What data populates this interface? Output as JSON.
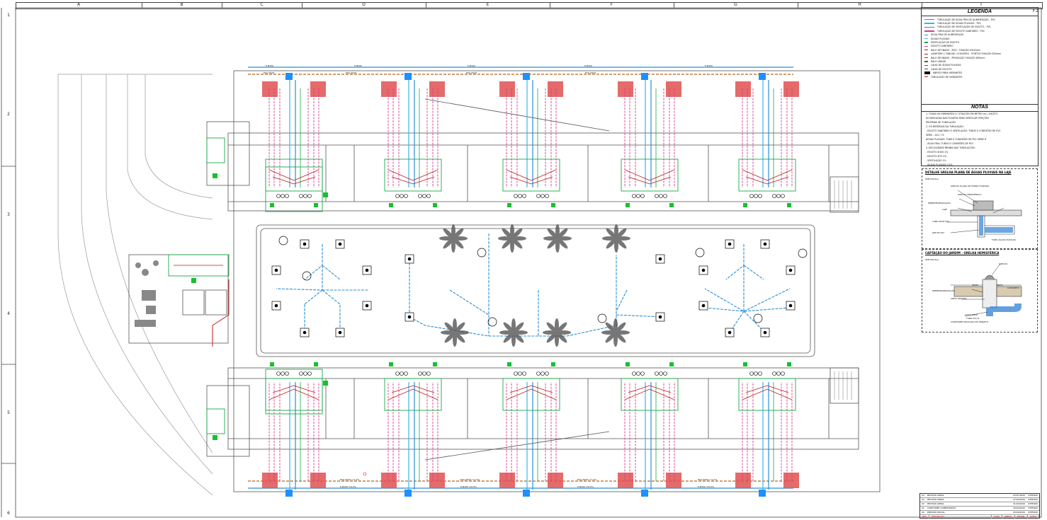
{
  "sheet": {
    "columns": [
      "A",
      "B",
      "C",
      "D",
      "E",
      "F",
      "G",
      "H",
      "I"
    ],
    "rows": [
      "1",
      "2",
      "3",
      "4",
      "5",
      "6"
    ],
    "corner_tag": "F-2"
  },
  "legend": {
    "title": "LEGENDA",
    "items": [
      {
        "label": "TUBULAÇÃO DE ÁGUA FRIA DE ALIMENTAÇÃO - PVC",
        "color": "#2a8fd6"
      },
      {
        "label": "TUBULAÇÃO DE ÁGUAS PLUVIAIS - PVC",
        "color": "#3ab6e8"
      },
      {
        "label": "TUBULAÇÃO DE VENTILAÇÃO DE ESGOTO - PVC",
        "color": "#19a94a"
      },
      {
        "label": "TUBULAÇÃO DE ESGOTO SANITÁRIO - PVC",
        "color": "#d63a8f"
      },
      {
        "label": "ÁGUA FRIA DE ALIMENTAÇÃO",
        "color": "#2a8fd6"
      },
      {
        "label": "ÁGUAS PLUVIAIS",
        "color": "#3ab6e8"
      },
      {
        "label": "VENTILAÇÃO DE ESGOTO",
        "color": "#19a94a"
      },
      {
        "label": "ESGOTO SANITÁRIO",
        "color": "#d63a8f"
      },
      {
        "label": "RALO SIFONADO - PISO - FIXAÇÃO Ø100mm",
        "color": "#c01818"
      },
      {
        "label": "LAVATÓRIO / TANQUE / CHUVEIRO - PONTOS FIXAÇÃO Ø40mm",
        "color": "#c01818"
      },
      {
        "label": "RALO SIFONADO - PRODUÇÃO FIXAÇÃO Ø50mm",
        "color": "#c01818"
      },
      {
        "label": "RALO LINEAR",
        "color": "#555555"
      },
      {
        "label": "CAIXA DE ÁGUAS PLUVIAIS",
        "color": "#555555"
      },
      {
        "label": "CAIXA DE ESGOTO",
        "color": "#555555"
      },
      {
        "label": "ABRIGO PARA HIDRANTES",
        "color": "#111111"
      },
      {
        "label": "TUBULAÇÃO DE HIDRANTES",
        "color": "#c01818"
      }
    ]
  },
  "notes": {
    "title": "NOTAS",
    "lines": [
      "1. TODAS AS DIMENSÕES E COTAÇÕES EM METRO (m), EXCETO",
      "   AS INDICADAS NAS PLANTAS PARA VERIFICAR PORÇÕES",
      "   PRÓPRIAS DE TUBULAÇÃO.",
      "2. OS MATERIAIS DA TUBULAÇÃO:",
      "   - ESGOTO SANITÁRIO E VENTILAÇÃO: TUBOS E CONEXÕES DE PVC",
      "   SÉRIE - 100 / 75",
      "   ÁGUAS PLUVIAIS: TUBO E CONEXÕES DE PVC SÉRIE R",
      "   - ÁGUA FRIA: TUBOS E CONEXÕES DE PVC",
      "3. DECLIVIDADE MÍNIMA DAS TUBULAÇÕES:",
      "   - ESGOTO Ø100 1%",
      "   - ESGOTO Ø75 2%",
      "   - VENTILAÇÃO 1%",
      "   - ÁGUAS PLUVIAIS 0,5%"
    ]
  },
  "detail1": {
    "title": "DETALHE GRELHA PLANA DE ÁGUAS PLUVIAIS NA LAJE",
    "subtitle": "SEM ESCALA",
    "labels": [
      "GRELHA PLANA DE FERRO FUNDIDO",
      "GRELHA HEMISFERICA",
      "IMPERMEABILIZAÇÃO",
      "LAJE",
      "TUBO Ø100 PVC",
      "JOELHO 90°",
      "TUBO ÁGUAS PLUVIAIS"
    ]
  },
  "detail2": {
    "title": "CAPTAÇÃO DO JARDIM - GRELHA HEMISFÉRICA",
    "subtitle": "SEM ESCALA",
    "labels": [
      "GRELHA",
      "CONCRETO",
      "IMPERMEABILIZAÇÃO",
      "SEIXO",
      "AREIA GROSSA",
      "BRITA",
      "CAIXA Ø100",
      "TUBO PVC R",
      "CONFORME INDICADO NO PROJETO"
    ]
  },
  "title_block": {
    "revisions": [
      {
        "n": "04",
        "desc": "REVISÃO GERAL",
        "date": "03/07/2020",
        "by": "STEFANO"
      },
      {
        "n": "03",
        "desc": "REVISÃO GERAL",
        "date": "27/04/2020",
        "by": "STEFANO"
      },
      {
        "n": "02",
        "desc": "REVISÃO GERAL",
        "date": "31/03/2020",
        "by": "STEFANO"
      },
      {
        "n": "01",
        "desc": "CONFORME COMENTÁRIOS",
        "date": "20/03/2020",
        "by": "STEFANO"
      },
      {
        "n": "00",
        "desc": "EMISSÃO INICIAL",
        "date": "25/02/2020",
        "by": "STEFANO"
      }
    ],
    "footer": [
      "REV",
      "DESCRIÇÃO",
      "DATA",
      "APROV.",
      "DESEN.",
      "VISTO"
    ]
  },
  "pipe_labels": {
    "top_rain": [
      "P-Ø100",
      "P-Ø100",
      "P-Ø100",
      "P-Ø100",
      "P-Ø100"
    ],
    "top_sewer": [
      "ESG-Ø100",
      "ESG-Ø100",
      "ESG-Ø100",
      "ESG-Ø100"
    ],
    "bottom_rain": [
      "P-Ø100 i=0,5%",
      "P-Ø100 i=0,5%",
      "P-Ø100 i=0,5%",
      "P-Ø100 i=0,5%"
    ],
    "bottom_sewer": [
      "ESG-Ø100 i=1,0%",
      "ESG-Ø100 i=1,0%",
      "ESG-Ø100 i=1,0%",
      "ESG-Ø100 i=1,0%"
    ]
  }
}
